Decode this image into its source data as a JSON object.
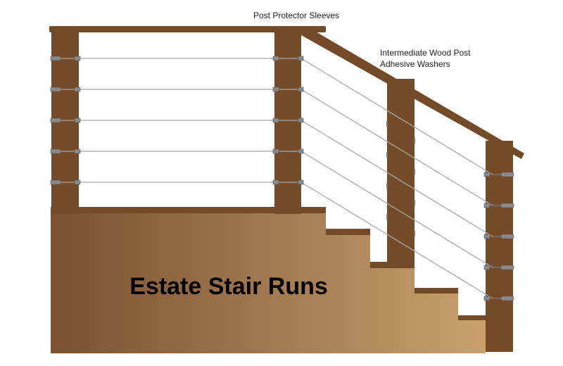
{
  "labels": {
    "post_protector": "Post Protector Sleeves",
    "intermediate_line1": "Intermediate Wood Post",
    "intermediate_line2": "Adhesive Washers"
  },
  "title": "Estate Stair Runs",
  "colors": {
    "wood_dark": "#744b29",
    "stair_light": "#c9a06e",
    "stair_dark": "#7a5030",
    "cable": "#a8a8a8",
    "fitting": "#8a8a8a"
  },
  "cable_count": 5
}
